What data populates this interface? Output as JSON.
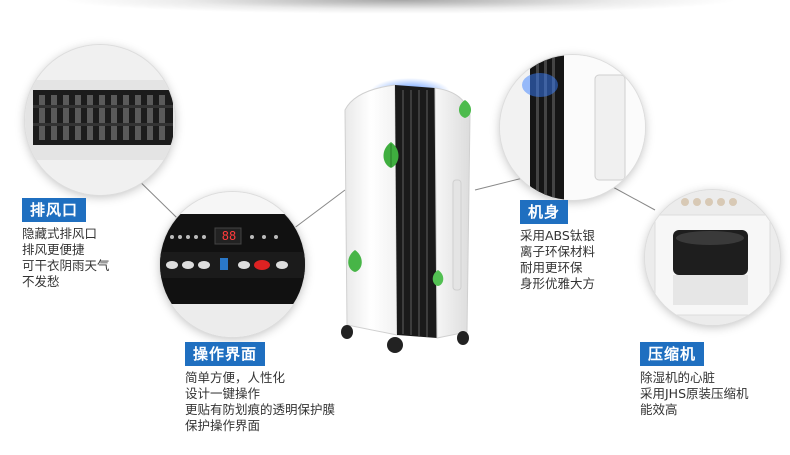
{
  "features": {
    "exhaust": {
      "title": "排风口",
      "lines": [
        "隐藏式排风口",
        "排风更便捷",
        "可干衣阴雨天气",
        "不发愁"
      ]
    },
    "panel": {
      "title": "操作界面",
      "lines": [
        "简单方便，人性化",
        "设计一键操作",
        "更贴有防划痕的透明保护膜",
        "保护操作界面"
      ],
      "display": "88"
    },
    "body": {
      "title": "机身",
      "lines": [
        "采用ABS钛银",
        "离子环保材料",
        "耐用更环保",
        "身形优雅大方"
      ]
    },
    "compressor": {
      "title": "压缩机",
      "lines": [
        "除湿机的心脏",
        "采用JHS原装压缩机",
        "能效高"
      ]
    }
  },
  "colors": {
    "accent": "#1f6fc0",
    "leaf": "#3fae3f",
    "glow": "#3a7fff"
  }
}
